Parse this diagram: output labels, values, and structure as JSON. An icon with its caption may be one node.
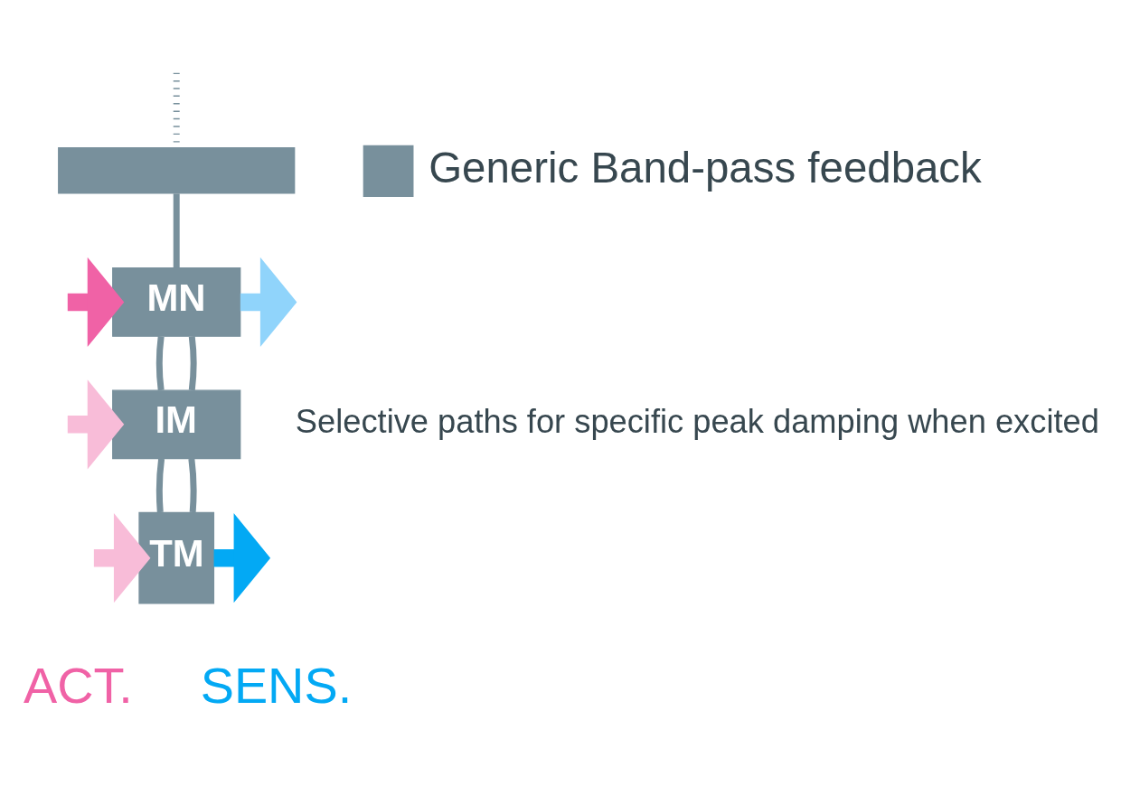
{
  "diagram": {
    "nodes": [
      {
        "text": [],
        "shape": "box"
      },
      {
        "text": [
          "MN"
        ]
      },
      {
        "text": [
          "IM"
        ]
      },
      {
        "text": [
          "TM"
        ]
      }
    ],
    "edges": [
      {
        "from": null,
        "to": 0,
        "arrow": "none",
        "style": "dashed"
      },
      {
        "from": 0,
        "to": 1,
        "arrow": "none"
      },
      {
        "from": 1,
        "to": 2,
        "arrow": "none"
      },
      {
        "from": 1,
        "to": 2,
        "arrow": "none"
      },
      {
        "from": 2,
        "to": 3,
        "arrow": "none"
      },
      {
        "from": 2,
        "to": 3,
        "arrow": "none"
      },
      {
        "from": 1,
        "to": null,
        "arrow": "to",
        "style": "thick",
        "color": "#90d4fb"
      },
      {
        "from": null,
        "to": 1,
        "arrow": "to",
        "style": "thick",
        "color": "#f062a6"
      },
      {
        "from": null,
        "to": 2,
        "arrow": "to",
        "style": "thick",
        "color": "#f8bcd8"
      },
      {
        "from": null,
        "to": 3,
        "arrow": "to",
        "style": "thick",
        "color": "#f8bcd8"
      },
      {
        "from": 3,
        "to": null,
        "arrow": "to",
        "style": "thick",
        "color": "#03a9f4"
      }
    ],
    "labels": [
      "Selective paths for specific peak damping when excited",
      "ACT.",
      "SENS."
    ],
    "legend": [
      {
        "text": "Generic Band-pass feedback",
        "color": "#78909c"
      }
    ]
  }
}
